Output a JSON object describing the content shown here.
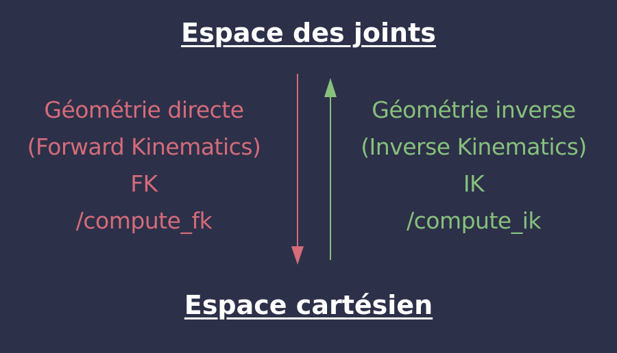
{
  "headings": {
    "top": "Espace des joints",
    "bottom": "Espace cartésien"
  },
  "forward": {
    "line1": "Géométrie directe",
    "line2": "(Forward Kinematics)",
    "abbr": "FK",
    "service": "/compute_fk",
    "color": "#d46c7a"
  },
  "inverse": {
    "line1": "Géométrie inverse",
    "line2": "(Inverse Kinematics)",
    "abbr": "IK",
    "service": "/compute_ik",
    "color": "#86c17c"
  },
  "background": "#2d3049"
}
